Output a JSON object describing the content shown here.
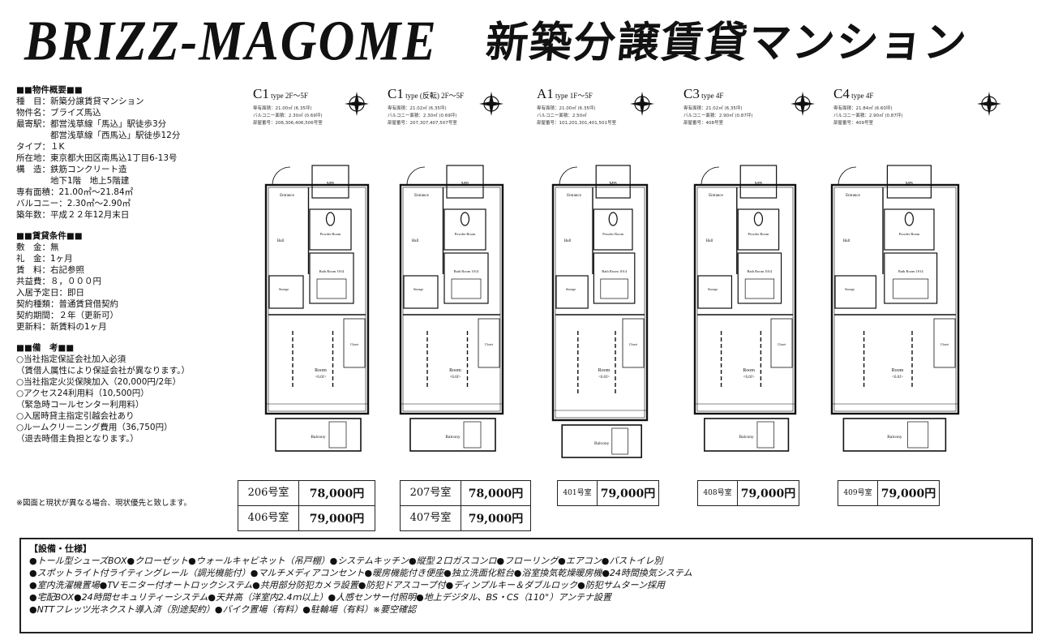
{
  "brand": "BRIZZ-MAGOME",
  "headline": "新築分譲賃貸マンション",
  "overview": {
    "title": "■■物件概要■■",
    "lines": [
      "種　目：新築分譲賃貸マンション",
      "物件名：ブライズ馬込",
      "最寄駅：都営浅草線「馬込」駅徒歩3分",
      "　　　　都営浅草線「西馬込」駅徒歩12分",
      "タイプ：１K",
      "所在地：東京都大田区南馬込1丁目6-13号",
      "構　造：鉄筋コンクリート造",
      "　　　　地下1階　地上5階建",
      "専有面積：21.00㎡～21.84㎡",
      "バルコニー：2.30㎡～2.90㎡",
      "築年数：平成２２年12月末日"
    ]
  },
  "conditions": {
    "title": "■■賃貸条件■■",
    "lines": [
      "敷　金：無",
      "礼　金：1ヶ月",
      "賃　料：右記参照",
      "共益費：８，０００円",
      "入居予定日：即日",
      "契約種類：普通賃貸借契約",
      "契約期間：２年（更新可）",
      "更新料：新賃料の1ヶ月"
    ]
  },
  "remarks": {
    "title": "■■備　考■■",
    "lines": [
      "○当社指定保証会社加入必須",
      "（賃借人属性により保証会社が異なります。）",
      "○当社指定火災保険加入（20,000円/2年）",
      "○アクセス24利用料（10,500円）",
      "（緊急時コールセンター利用料）",
      "○入居時貸主指定引越会社あり",
      "○ルームクリーニング費用（36,750円）",
      "（退去時借主負担となります。）"
    ]
  },
  "note": "※図面と現状が異なる場合、現状優先と致します。",
  "plans": [
    {
      "type": "C1",
      "sub": "type 2F～5F",
      "meta": [
        "専有面積：21.00㎡ (6.35坪)",
        "バルコニー面積：2.30㎡ (0.69坪)",
        "部屋番号：206,306,406,506号室"
      ]
    },
    {
      "type": "C1",
      "sub": "type (反転) 2F～5F",
      "meta": [
        "専有面積：21.02㎡ (6.35坪)",
        "バルコニー面積：2.30㎡ (0.69坪)",
        "部屋番号：207,307,407,507号室"
      ]
    },
    {
      "type": "A1",
      "sub": "type 1F～5F",
      "meta": [
        "専有面積：21.00㎡ (6.35坪)",
        "バルコニー面積：2.50㎡",
        "部屋番号：101,201,301,401,501号室"
      ]
    },
    {
      "type": "C3",
      "sub": "type 4F",
      "meta": [
        "専有面積：21.02㎡ (6.35坪)",
        "バルコニー面積：2.90㎡ (0.87坪)",
        "部屋番号：408号室"
      ]
    },
    {
      "type": "C4",
      "sub": "type 4F",
      "meta": [
        "専有面積：21.84㎡ (6.60坪)",
        "バルコニー面積：2.90㎡ (0.87坪)",
        "部屋番号：409号室"
      ]
    }
  ],
  "rooms": [
    [
      {
        "room": "206号室",
        "price": "78,000円"
      },
      {
        "room": "406号室",
        "price": "79,000円"
      }
    ],
    [
      {
        "room": "207号室",
        "price": "78,000円"
      },
      {
        "room": "407号室",
        "price": "79,000円"
      }
    ],
    [
      {
        "room": "401号室",
        "price": "79,000円"
      }
    ],
    [
      {
        "room": "408号室",
        "price": "79,000円"
      }
    ],
    [
      {
        "room": "409号室",
        "price": "79,000円"
      }
    ]
  ],
  "features": {
    "title": "【設備・仕様】",
    "lines": [
      "●トール型シューズBOX●クローゼット●ウォールキャビネット（吊戸棚）●システムキッチン●縦型２口ガスコンロ●フローリング●エアコン●バストイレ別",
      "●スポットライト付ライティングレール（調光機能付）●マルチメディアコンセント●暖房機能付き便座●独立洗面化粧台●浴室換気乾燥暖房機●24時間換気システム",
      "●室内洗濯機置場●TVモニター付オートロックシステム●共用部分防犯カメラ設置●防犯ドアスコープ付●ディンプルキー＆ダブルロック●防犯サムターン採用",
      "●宅配BOX●24時間セキュリティーシステム●天井高（洋室内2.4ｍ以上）●人感センサー付照明●地上デジタル、BS・CS（110°）アンテナ設置",
      "●NTTフレッツ光ネクスト導入済（別途契約）●バイク置場（有料）●駐輪場（有料）※要空確認"
    ]
  },
  "plan_labels": {
    "entrance": "Entrance",
    "mb": "MB",
    "hall": "Hall",
    "powder": "Powder Room",
    "bath": "Bath Room 1014",
    "storage": "Storage",
    "room": "Room",
    "room_size": "<6.0J>",
    "closet": "Closet",
    "balcony": "Balcony"
  }
}
